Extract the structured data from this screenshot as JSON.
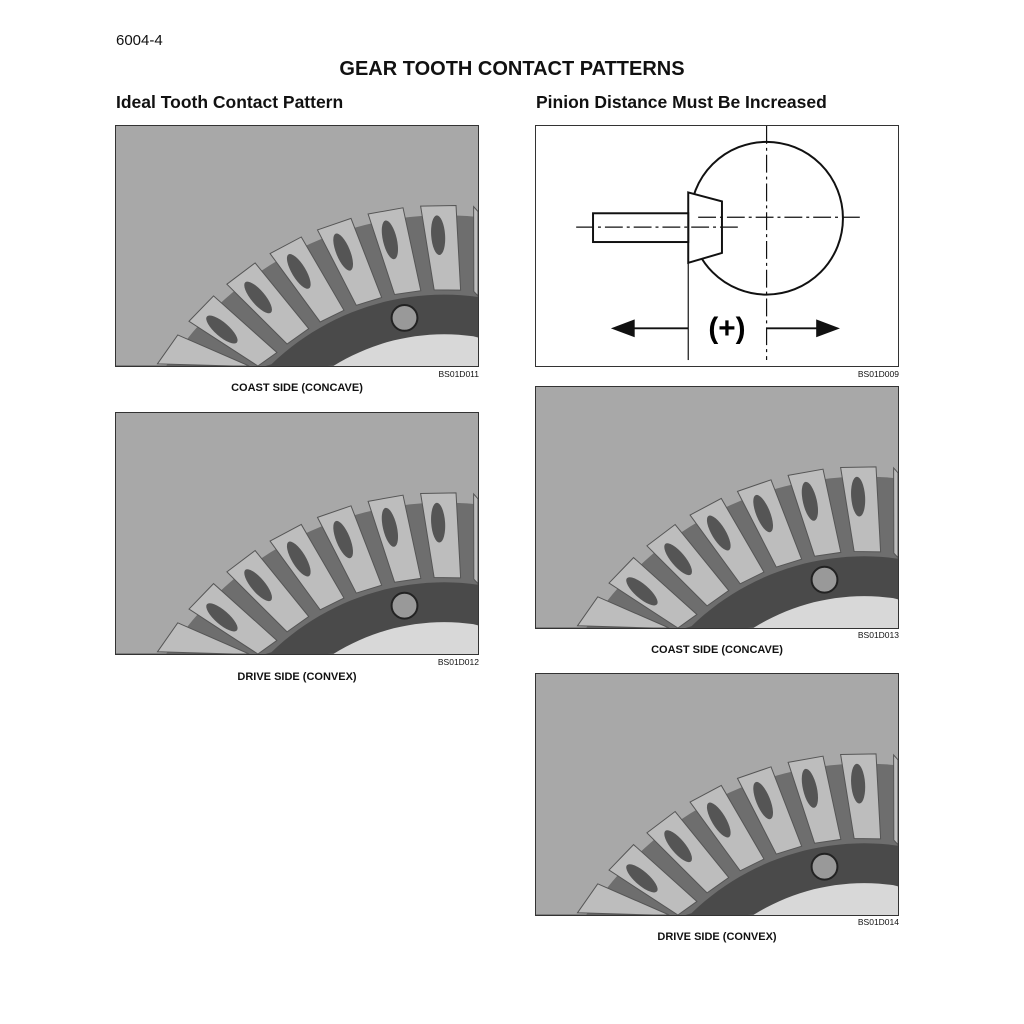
{
  "page_number": "6004-4",
  "title": "GEAR TOOTH CONTACT PATTERNS",
  "left_column": {
    "heading": "Ideal Tooth Contact Pattern",
    "figures": [
      {
        "id": "BS01D011",
        "caption": "COAST SIDE (CONCAVE)"
      },
      {
        "id": "BS01D012",
        "caption": "DRIVE SIDE (CONVEX)"
      }
    ]
  },
  "right_column": {
    "heading": "Pinion Distance Must Be Increased",
    "diagram": {
      "id": "BS01D009",
      "label": "(+)"
    },
    "figures": [
      {
        "id": "BS01D013",
        "caption": "COAST SIDE (CONCAVE)"
      },
      {
        "id": "BS01D014",
        "caption": "DRIVE SIDE (CONVEX)"
      }
    ]
  }
}
